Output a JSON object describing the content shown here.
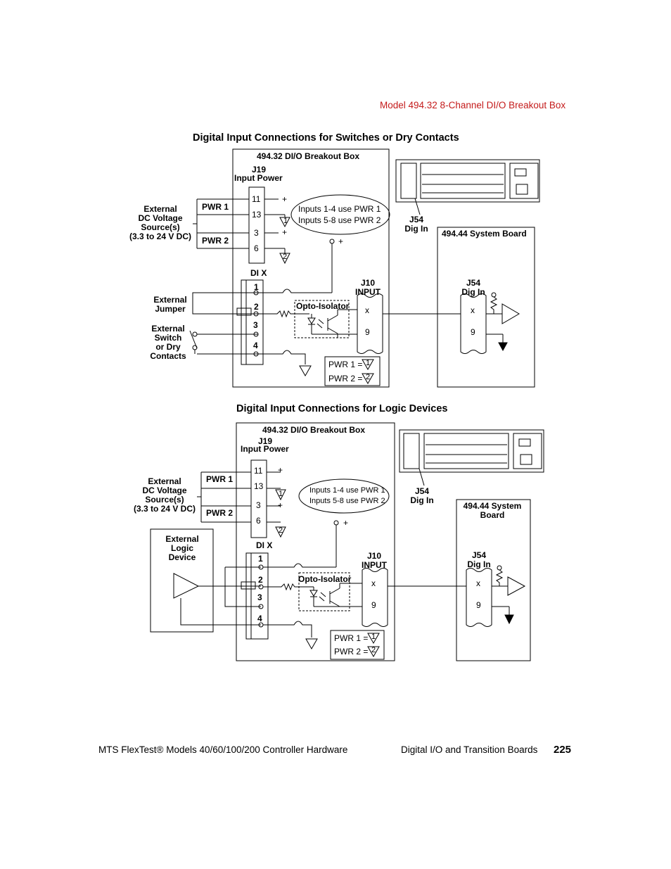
{
  "header": {
    "section_title": "Model 494.32 8-Channel DI/O Breakout Box"
  },
  "diagram1": {
    "title": "Digital Input Connections for Switches or Dry Contacts",
    "box_title": "494.32 DI/O Breakout Box",
    "j19_label": "J19",
    "j19_sub": "Input Power",
    "pin_11": "11",
    "pin_13": "13",
    "pin_3": "3",
    "pin_6": "6",
    "plus": "+",
    "ref1": "1",
    "ref2": "2",
    "pwr1": "PWR 1",
    "pwr2": "PWR 2",
    "external_dc": [
      "External",
      "DC Voltage",
      "Source(s)",
      "(3.3 to 24 V DC)"
    ],
    "note_line1": "Inputs 1-4 use PWR 1",
    "note_line2": "Inputs 5-8 use PWR 2",
    "dix": "DI X",
    "di_pins": [
      "1",
      "2",
      "3",
      "4"
    ],
    "external_jumper": [
      "External",
      "Jumper"
    ],
    "external_switch": [
      "External",
      "Switch",
      "or Dry",
      "Contacts"
    ],
    "opto": "Opto-Isolator",
    "j10": "J10",
    "j10_sub": "INPUT",
    "x": "x",
    "nine": "9",
    "legend_pwr1": "PWR 1 =",
    "legend_pwr2": "PWR 2 =",
    "j54_top": "J54",
    "j54_top_sub": "Dig In",
    "system_board": "494.44 System Board",
    "j54_in": "J54",
    "j54_in_sub": "Dig In"
  },
  "diagram2": {
    "title": "Digital Input Connections for Logic Devices",
    "box_title": "494.32 DI/O Breakout Box",
    "j19_label": "J19",
    "j19_sub": "Input Power",
    "pin_11": "11",
    "pin_13": "13",
    "pin_3": "3",
    "pin_6": "6",
    "plus": "+",
    "ref1": "1",
    "ref2": "2",
    "pwr1": "PWR 1",
    "pwr2": "PWR 2",
    "external_dc": [
      "External",
      "DC Voltage",
      "Source(s)",
      "(3.3 to 24 V DC)"
    ],
    "note_line1": "Inputs 1-4 use PWR 1",
    "note_line2": "Inputs 5-8 use PWR 2",
    "dix": "DI X",
    "di_pins": [
      "1",
      "2",
      "3",
      "4"
    ],
    "external_logic": [
      "External",
      "Logic",
      "Device"
    ],
    "opto": "Opto-Isolator",
    "j10": "J10",
    "j10_sub": "INPUT",
    "x": "x",
    "nine": "9",
    "legend_pwr1": "PWR 1 =",
    "legend_pwr2": "PWR 2 =",
    "j54_top": "J54",
    "j54_top_sub": "Dig In",
    "system_board": [
      "494.44 System",
      "Board"
    ],
    "j54_in": "J54",
    "j54_in_sub": "Dig In"
  },
  "footer": {
    "left": "MTS FlexTest® Models 40/60/100/200 Controller Hardware",
    "right": "Digital I/O and Transition Boards",
    "page": "225"
  }
}
